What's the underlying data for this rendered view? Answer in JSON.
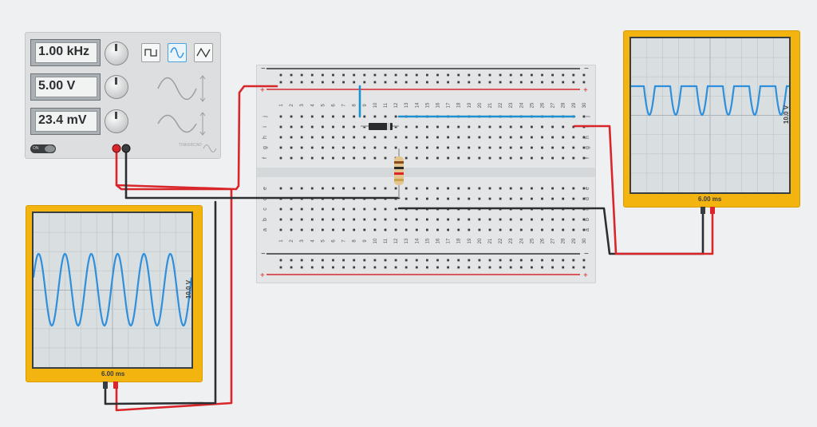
{
  "function_generator": {
    "frequency": "1.00 kHz",
    "amplitude": "5.00 V",
    "offset": "23.4 mV",
    "power_label": "ON",
    "brand": "TINKERCAD"
  },
  "scope_left": {
    "time_label": "6.00 ms",
    "volt_label": "10.0 V"
  },
  "scope_right": {
    "time_label": "6.00 ms",
    "volt_label": "10.0 V"
  },
  "breadboard": {
    "column_numbers": [
      "1",
      "2",
      "3",
      "4",
      "5",
      "6",
      "7",
      "8",
      "9",
      "10",
      "11",
      "12",
      "13",
      "14",
      "15",
      "16",
      "17",
      "18",
      "19",
      "20",
      "21",
      "22",
      "23",
      "24",
      "25",
      "26",
      "27",
      "28",
      "29",
      "30"
    ],
    "rows_top": [
      "j",
      "i",
      "h",
      "g",
      "f"
    ],
    "rows_bottom": [
      "e",
      "d",
      "c",
      "b",
      "a"
    ],
    "rail_minus": "−",
    "rail_plus": "+"
  },
  "colors": {
    "wire_red": "#d9262b",
    "wire_black": "#2c2f31",
    "wire_blue": "#1d90d0",
    "scope_yellow": "#f4b410",
    "trace_blue": "#2f8fdc"
  }
}
